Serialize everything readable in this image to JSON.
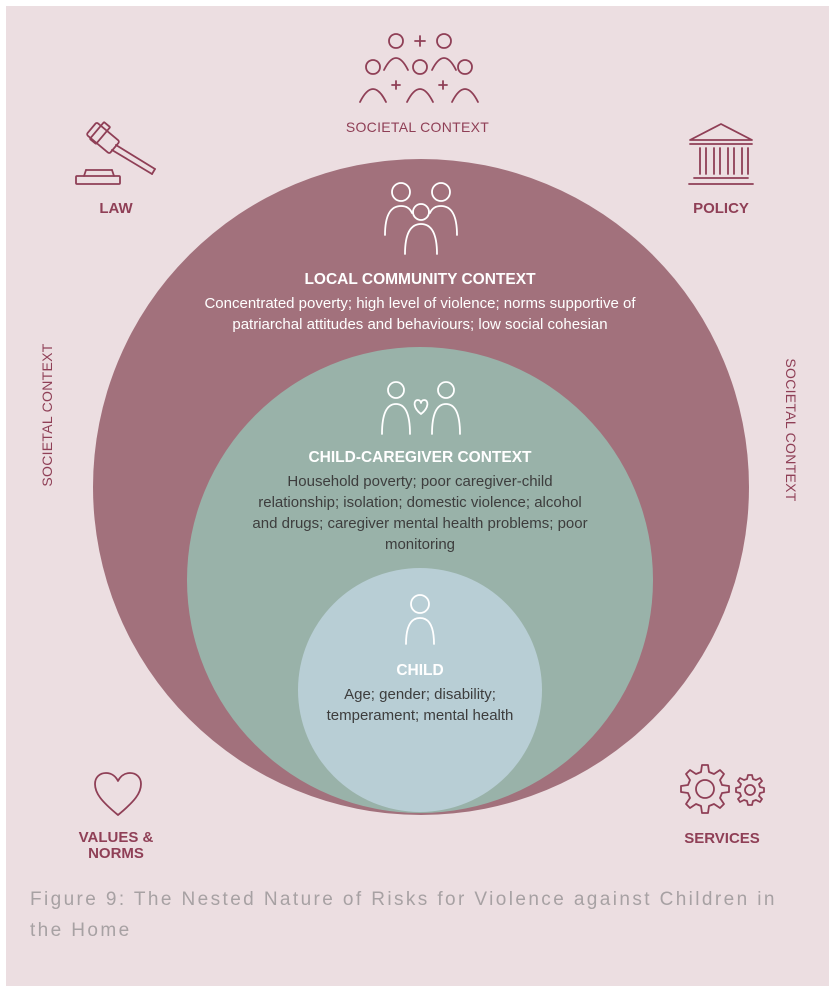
{
  "societal_top": "SOCIETAL CONTEXT",
  "societal_left": "SOCIETAL CONTEXT",
  "societal_right": "SOCIETAL CONTEXT",
  "corners": {
    "law": "LAW",
    "policy": "POLICY",
    "values": "VALUES & NORMS",
    "services": "SERVICES"
  },
  "community": {
    "title": "LOCAL COMMUNITY CONTEXT",
    "text": "Concentrated poverty; high level of violence; norms supportive of patriarchal attitudes and behaviours; low social cohesian"
  },
  "caregiver": {
    "title": "CHILD-CAREGIVER CONTEXT",
    "text": "Household poverty; poor caregiver-child relationship; isolation; domestic violence; alcohol and drugs; caregiver mental health problems; poor monitoring"
  },
  "child": {
    "title": "CHILD",
    "text": "Age; gender; disability; temperament; mental health"
  },
  "caption": "Figure 9: The Nested Nature of Risks for Violence against Children in the Home",
  "colors": {
    "background": "#ecdee1",
    "community_circle": "#a2717c",
    "caregiver_circle": "#99b2a9",
    "child_circle": "#b8ced5",
    "label": "#8f3f56"
  },
  "icons": [
    "people-group-icon",
    "gavel-icon",
    "building-icon",
    "family-icon",
    "couple-heart-icon",
    "child-icon",
    "heart-icon",
    "gears-icon"
  ]
}
